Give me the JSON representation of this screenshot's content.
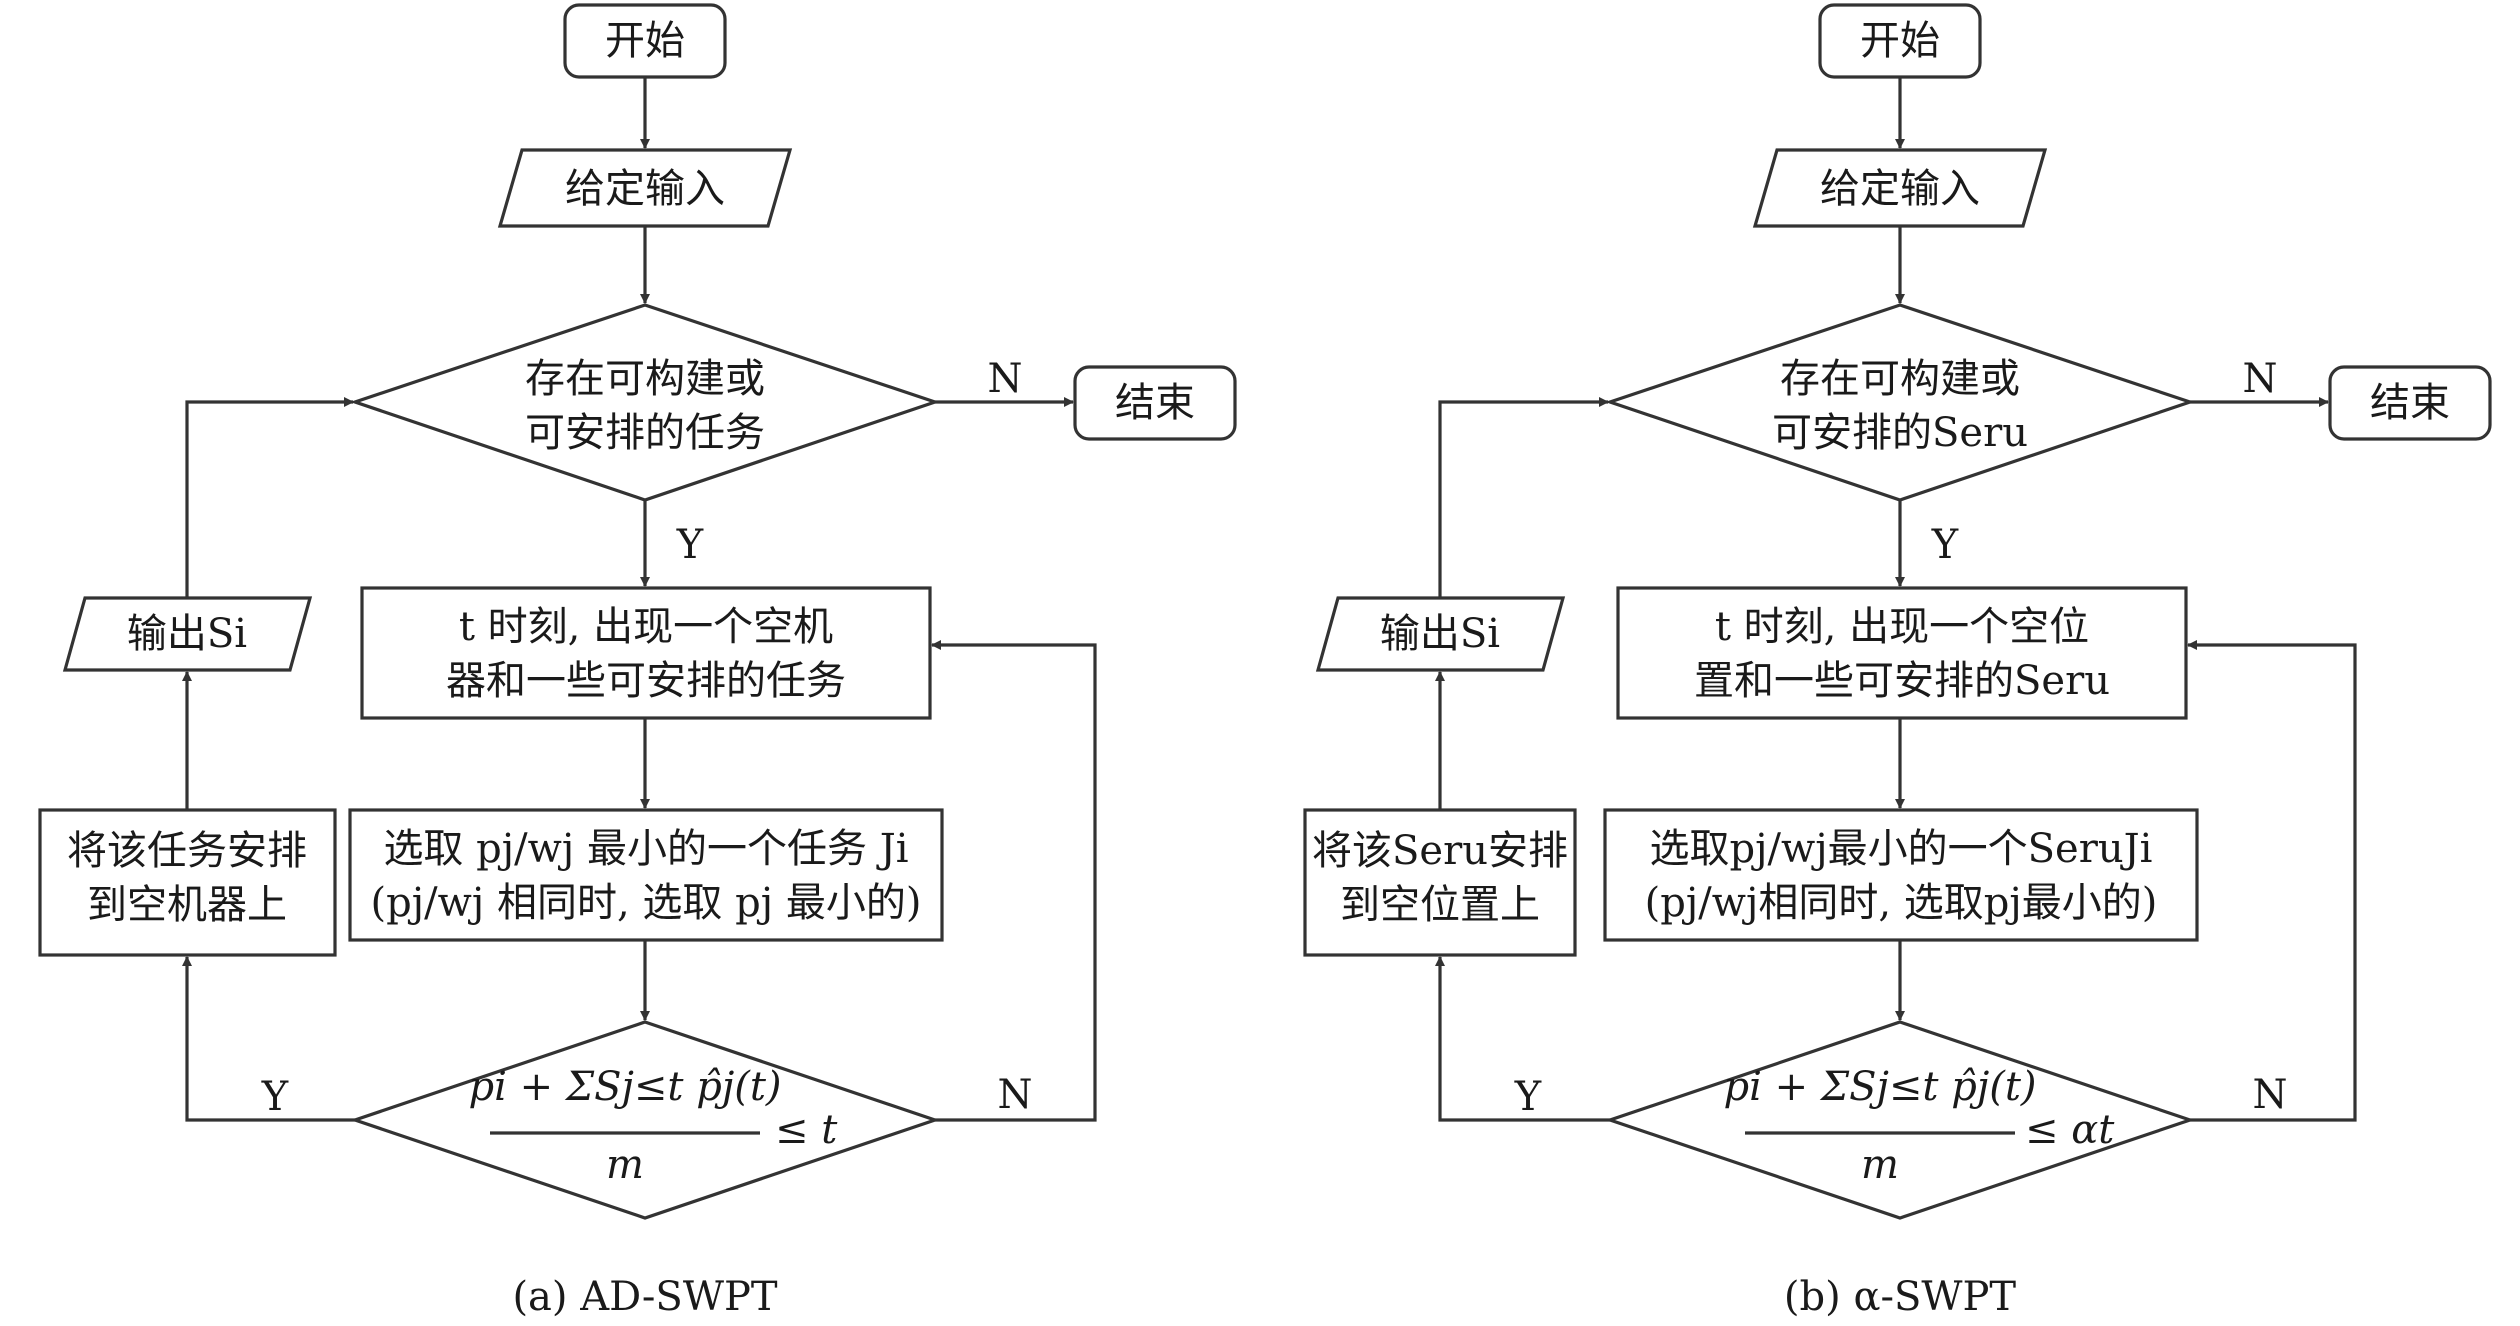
{
  "panels": [
    {
      "start": "开始",
      "input": "给定输入",
      "decision1": [
        "存在可构建或",
        "可安排的任务"
      ],
      "end": "结束",
      "yes": "Y",
      "no": "N",
      "process1": [
        "t 时刻, 出现一个空机",
        "器和一些可安排的任务"
      ],
      "select": [
        "选取 pj/wj 最小的一个任务 Ji",
        "(pj/wj 相同时, 选取 pj 最小的)"
      ],
      "decision2": {
        "numerator": "pi + ΣSj≤t p̂j(t)",
        "denominator": "m",
        "relation": "≤ t"
      },
      "output": "输出Si",
      "assign": [
        "将该任务安排",
        "到空机器上"
      ],
      "caption": "(a) AD-SWPT"
    },
    {
      "start": "开始",
      "input": "给定输入",
      "decision1": [
        "存在可构建或",
        "可安排的Seru"
      ],
      "end": "结束",
      "yes": "Y",
      "no": "N",
      "process1": [
        "t 时刻, 出现一个空位",
        "置和一些可安排的Seru"
      ],
      "select": [
        "选取pj/wj最小的一个SeruJi",
        "(pj/wj相同时, 选取pj最小的)"
      ],
      "decision2": {
        "numerator": "pi + ΣSj≤t p̂j(t)",
        "denominator": "m",
        "relation": "≤ αt"
      },
      "output": "输出Si",
      "assign": [
        "将该Seru安排",
        "到空位置上"
      ],
      "caption": "(b) α-SWPT"
    }
  ]
}
